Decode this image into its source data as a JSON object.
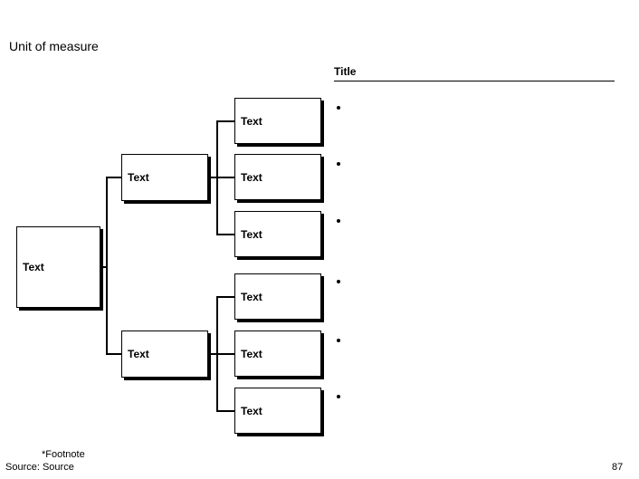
{
  "slide": {
    "unit_of_measure": "Unit of measure",
    "title": "Title",
    "page_number": "87",
    "footnote": "*Footnote",
    "source": "Source: Source",
    "colors": {
      "background": "#ffffff",
      "foreground": "#000000",
      "shadow": "#000000"
    }
  },
  "tree": {
    "root": {
      "label": "Text"
    },
    "branches": [
      {
        "label": "Text",
        "children": [
          {
            "label": "Text"
          },
          {
            "label": "Text"
          },
          {
            "label": "Text"
          }
        ]
      },
      {
        "label": "Text",
        "children": [
          {
            "label": "Text"
          },
          {
            "label": "Text"
          },
          {
            "label": "Text"
          }
        ]
      }
    ]
  },
  "bullets": [
    {
      "text": ""
    },
    {
      "text": ""
    },
    {
      "text": ""
    },
    {
      "text": ""
    },
    {
      "text": ""
    },
    {
      "text": ""
    }
  ]
}
